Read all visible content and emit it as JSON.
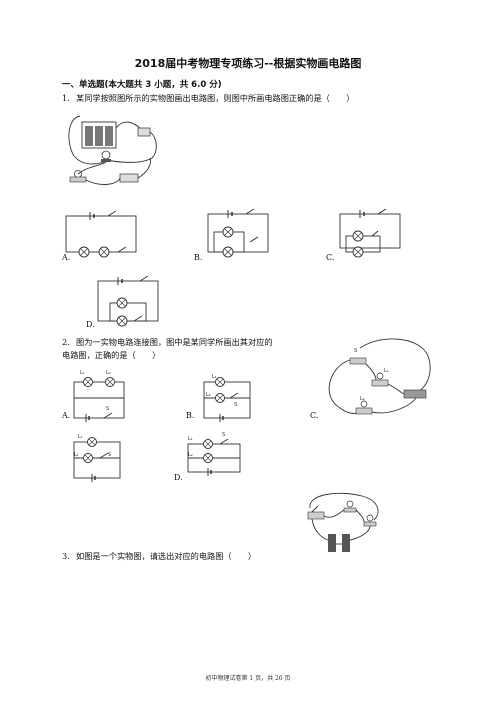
{
  "title": "2018届中考物理专项练习--根据实物画电路图",
  "section": "一、单选题(本大题共 3 小题，共 6.0 分)",
  "q1": {
    "num": "1.",
    "text": "某同学按照图所示的实物图画出电路图，则图中所画电路图正确的是（　　）",
    "options": [
      "A.",
      "B.",
      "C.",
      "D."
    ]
  },
  "q2": {
    "num": "2.",
    "line1": "图为一实物电路连接图，图中是某同学所画出其对应的",
    "line2": "电路图，正确的是（　　）",
    "options": [
      "A.",
      "B.",
      "C.",
      "D."
    ],
    "labels": {
      "l1": "L₁",
      "l2": "L₂",
      "s": "S"
    }
  },
  "q3": {
    "num": "3.",
    "text": "如图是一个实物图，请选出对应的电路图（　　）"
  },
  "footer": "初中物理试卷第 1 页，共 26 页"
}
